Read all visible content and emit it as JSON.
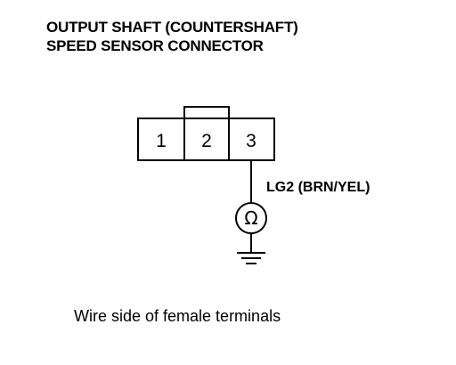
{
  "title": {
    "line1": "OUTPUT SHAFT (COUNTERSHAFT)",
    "line2": "SPEED SENSOR CONNECTOR"
  },
  "connector": {
    "terminals": [
      "1",
      "2",
      "3"
    ]
  },
  "wire": {
    "label": "LG2 (BRN/YEL)"
  },
  "meter": {
    "symbol": "Ω"
  },
  "footnote": "Wire side of female terminals"
}
